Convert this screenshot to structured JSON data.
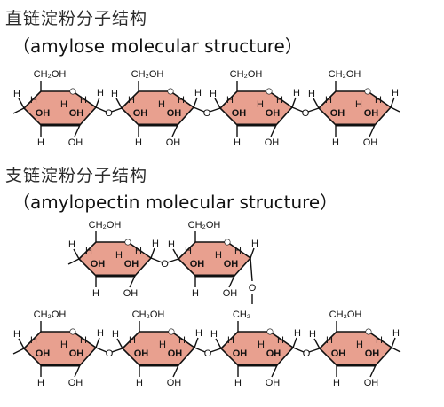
{
  "amylose": {
    "title_zh": "直链淀粉分子结构",
    "title_en": "（amylose molecular structure）"
  },
  "amylopectin": {
    "title_zh": "支链淀粉分子结构",
    "title_en": "（amylopectin molecular structure）"
  },
  "labels": {
    "ch2oh": "CH₂OH",
    "ch2": "CH₂",
    "h": "H",
    "oh": "OH",
    "o": "O"
  },
  "colors": {
    "ring_fill": "#e8a08f",
    "ring_stroke": "#111111",
    "bond": "#111111",
    "ring_oxygen_dot": "#ffffff"
  }
}
